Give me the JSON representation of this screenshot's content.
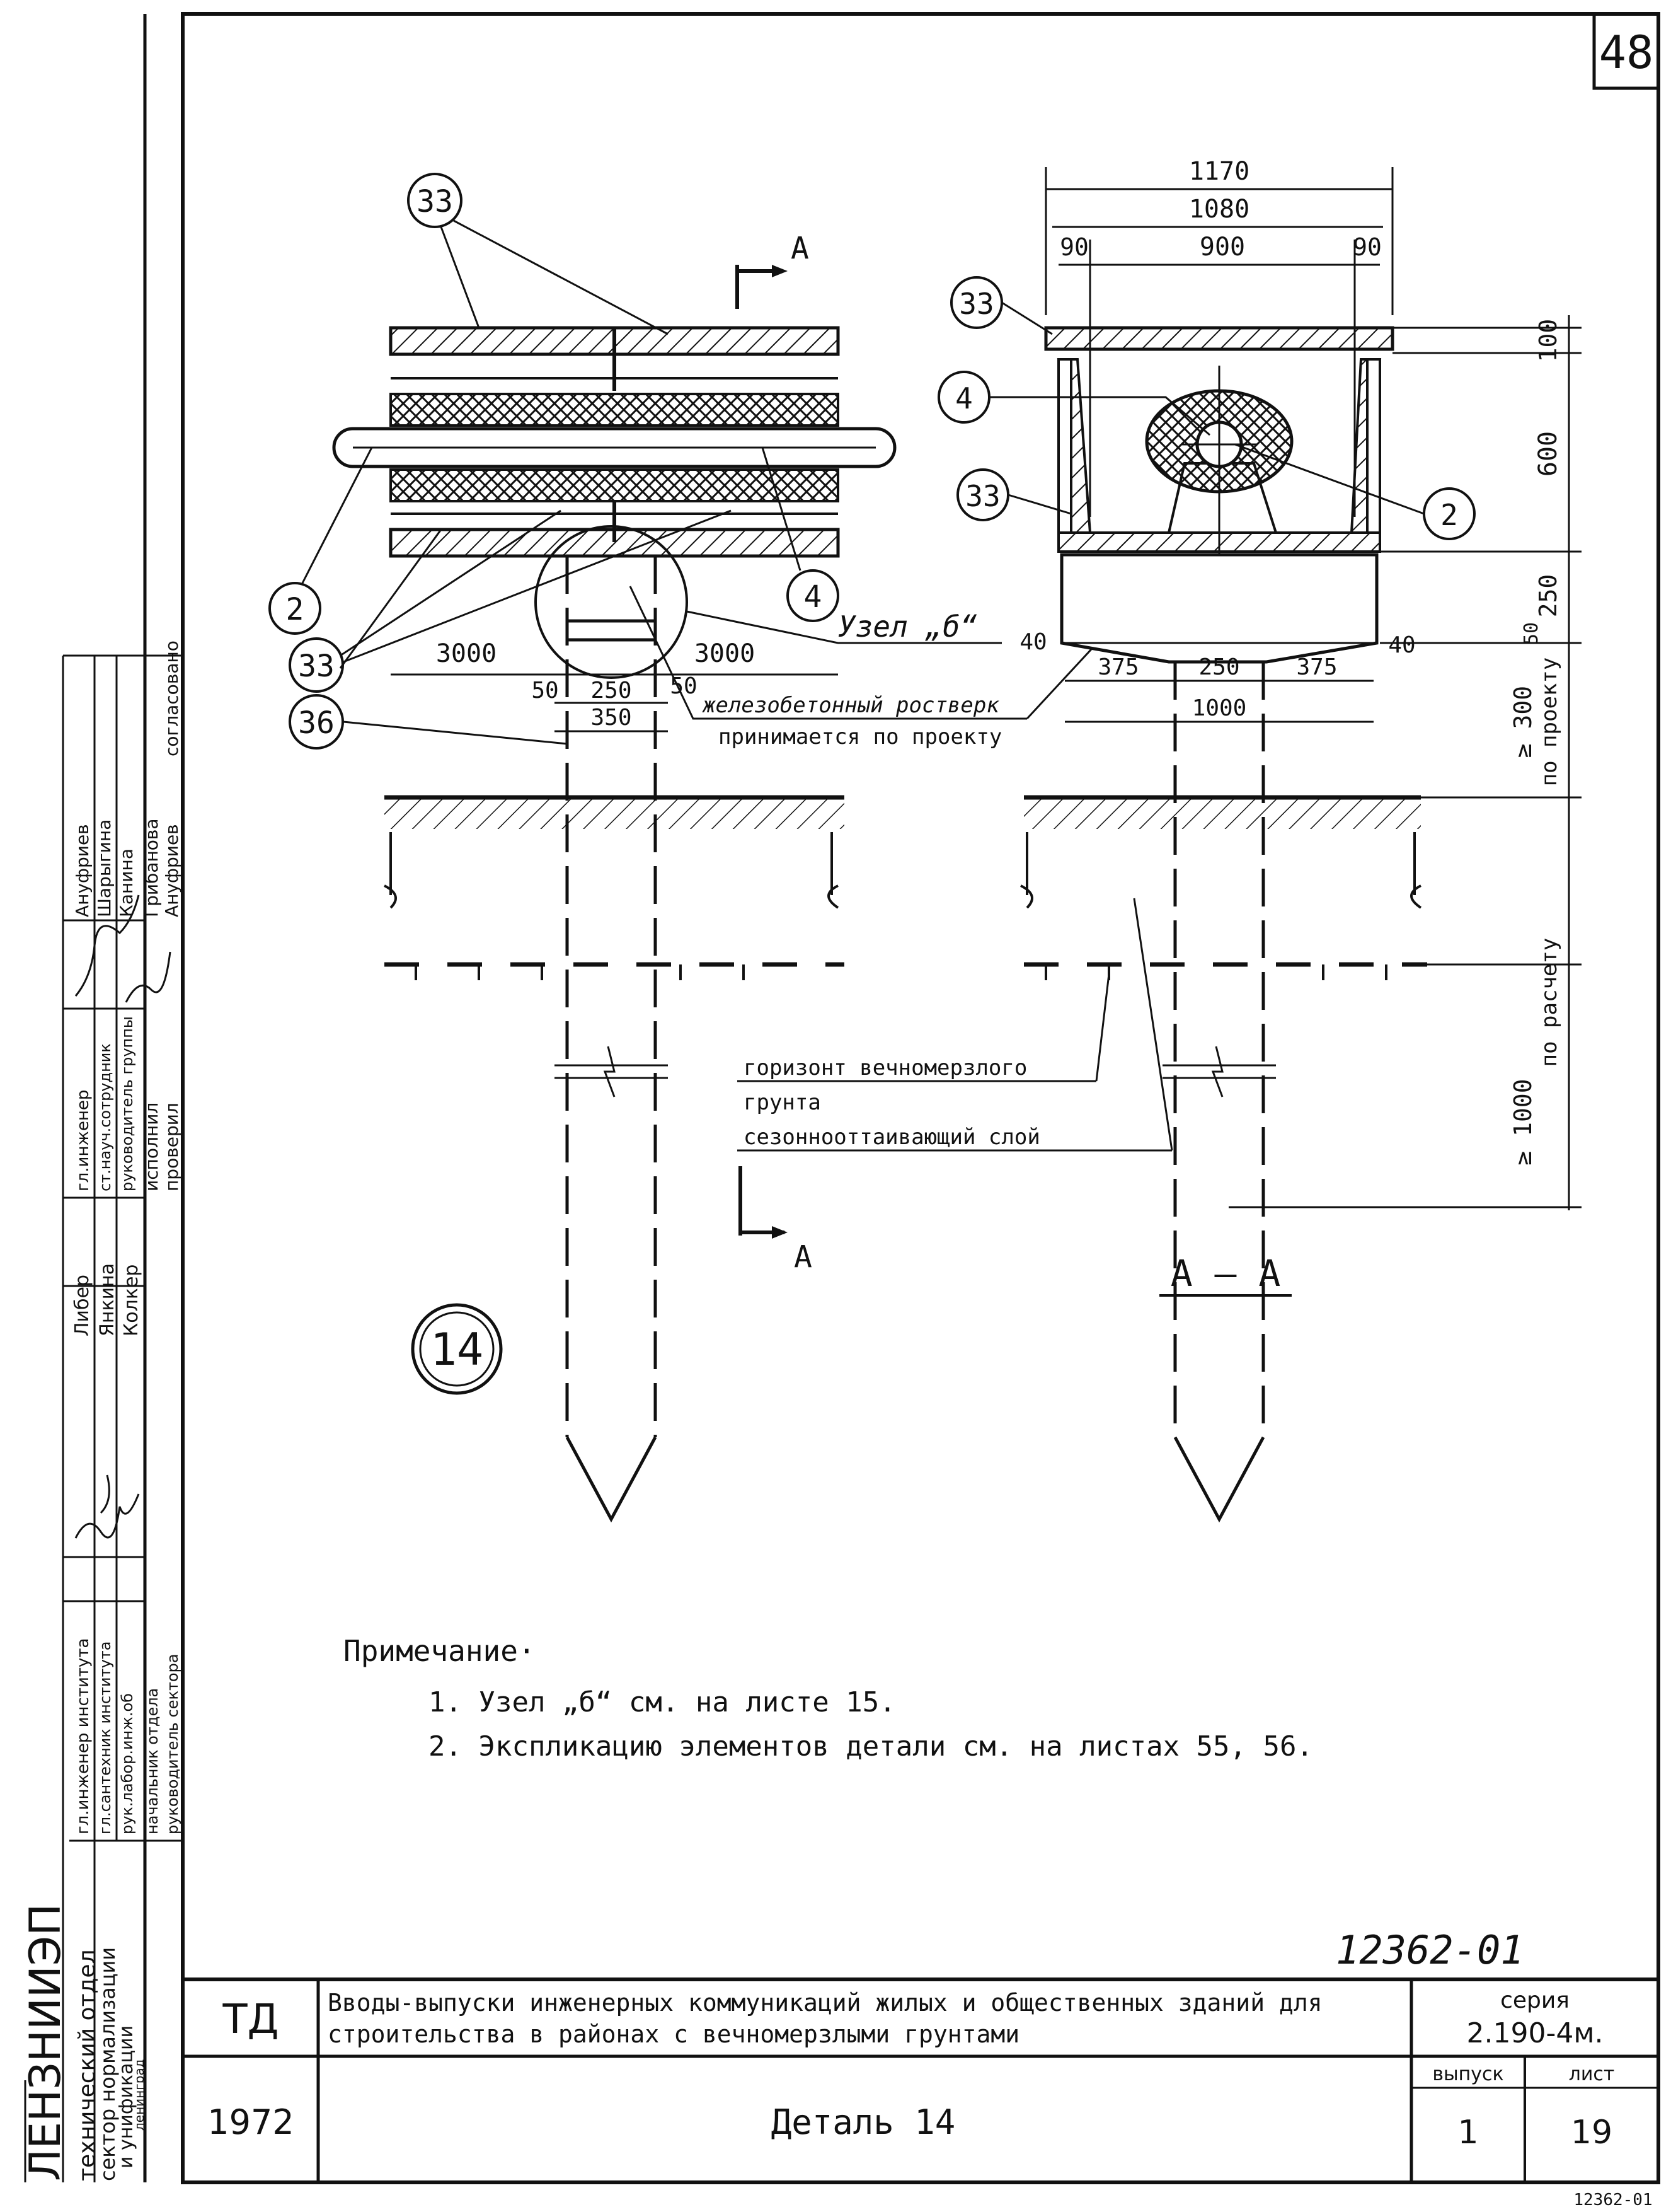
{
  "sheet": {
    "corner_number": "48",
    "detail_number": "14",
    "drawing_code": "12362-01",
    "bottom_code": "12362-01"
  },
  "callouts": {
    "c33": "33",
    "c2": "2",
    "c4": "4",
    "c36": "36"
  },
  "plan_view": {
    "section_mark": "А",
    "node_label": "Узел „б“",
    "dim_3000_left": "3000",
    "dim_3000_right": "3000",
    "dim_50_left": "50",
    "dim_250": "250",
    "dim_50_right": "50",
    "dim_350": "350",
    "grillage_line1": "железобетонный ростверк",
    "grillage_line2": "принимается по проекту"
  },
  "section_view": {
    "dim_1170": "1170",
    "dim_1080": "1080",
    "dim_90_left": "90",
    "dim_900": "900",
    "dim_90_right": "90",
    "dim_100": "100",
    "dim_600": "600",
    "dim_250_v": "250",
    "dim_50_v": "50",
    "dim_300_v": "≥ 300",
    "dim_1000_v": "≥ 1000",
    "dim_40_left": "40",
    "dim_40_right": "40",
    "dim_375_left": "375",
    "dim_250_h": "250",
    "dim_375_right": "375",
    "dim_1000_h": "1000",
    "by_project": "по проекту",
    "by_calculation": "по расчету",
    "section_title": "А — А"
  },
  "ground_labels": {
    "permafrost_line1": "горизонт вечномерзлого",
    "permafrost_line2": "грунта",
    "seasonal_layer": "сезоннооттаивающий слой"
  },
  "notes": {
    "heading": "Примечание·",
    "item1": "1. Узел „б“ см. на листе 15.",
    "item2": "2. Экспликацию элементов детали см. на листах 55, 56."
  },
  "title_block": {
    "code": "ТД",
    "year": "1972",
    "title_line1": "Вводы-выпуски инженерных коммуникаций жилых и общественных зданий для",
    "title_line2": "строительства в районах с вечномерзлыми грунтами",
    "sheet_title": "Деталь 14",
    "series_label": "серия",
    "series_value": "2.190-4м.",
    "issue_label": "выпуск",
    "issue_value": "1",
    "sheet_label": "лист",
    "sheet_value": "19"
  },
  "side_stamp": {
    "org_main": "ЛЕНЗНИИЭП",
    "org_line1": "технический отдел",
    "org_line2": "сектор нормализации",
    "org_line3": "и унификации",
    "org_line4": "ленинград",
    "r1_role": "гл.инженер института",
    "r1_name": "Либер",
    "r2_role": "гл.сантехник института",
    "r2_name": "Янкина",
    "r3_role": "рук.лабор.инж.об",
    "r3_name": "Колкер",
    "r4_role": "начальник отдела",
    "r5_role": "руководитель сектора",
    "r6_role": "гл.инженер",
    "r6_name": "Ануфриев",
    "r7_role": "ст.науч.сотрудник",
    "r7_name": "Шарыгина",
    "r8_role": "руководитель группы",
    "r8_name": "Канина",
    "r9_role": "исполнил",
    "r9_name": "Грибанова",
    "r10_role": "проверил",
    "r10_name": "Ануфриев",
    "agreed": "согласовано"
  }
}
